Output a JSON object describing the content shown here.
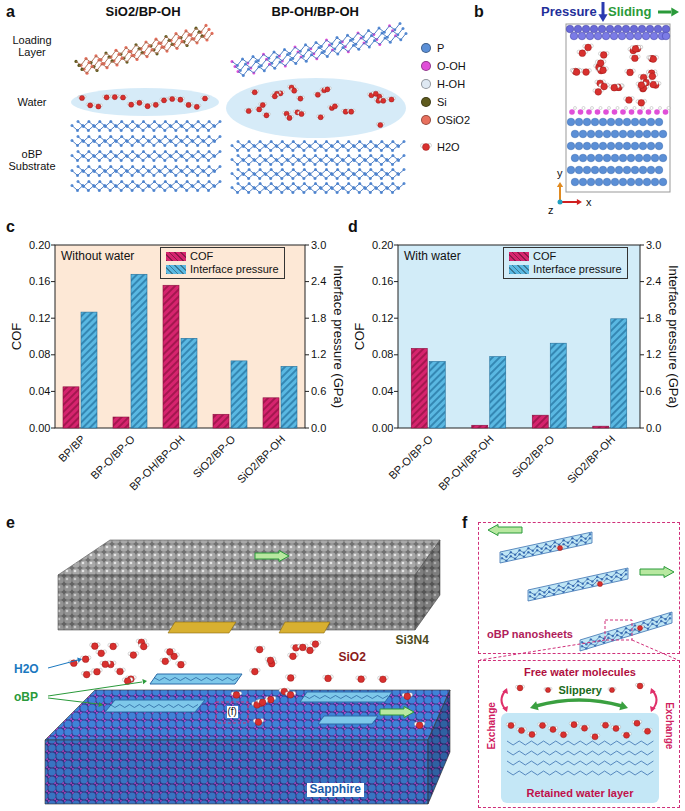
{
  "diagram": {
    "nodes": [
      {
        "text": [
          "oBP nanosheets"
        ]
      },
      {
        "text": [
          "Free water molecules",
          "Exchange",
          "Slippery",
          "Exchange"
        ]
      },
      {
        "text": [
          "Retained water layer"
        ],
        "in": 1
      }
    ],
    "labels": [
      "a",
      "SiO2/BP-OH",
      "BP-OH/BP-OH",
      "Loading Layer",
      "Water",
      "oBP Substrate",
      "b",
      "Pressure",
      "Sliding",
      "y",
      "z",
      "x",
      "c",
      "Without water",
      "0.00",
      "0.04",
      "0.08",
      "0.12",
      "0.16",
      "0.20",
      "0.0",
      "0.6",
      "1.2",
      "1.8",
      "2.4",
      "3.0",
      "COF",
      "Interface pressure (GPa)",
      "BP/BP",
      "BP-O/BP-O",
      "BP-OH/BP-OH",
      "SiO2/BP-O",
      "SiO2/BP-OH",
      "d",
      "With water",
      "0.00",
      "0.04",
      "0.08",
      "0.12",
      "0.16",
      "0.20",
      "0.0",
      "0.6",
      "1.2",
      "1.8",
      "2.4",
      "3.0",
      "COF",
      "Interface pressure (GPa)",
      "BP-O/BP-O",
      "BP-OH/BP-OH",
      "SiO2/BP-O",
      "SiO2/BP-OH",
      "e",
      "Si3N4",
      "H2O",
      "oBP",
      "SiO2",
      "(f)",
      "Sapphire",
      "f"
    ],
    "legend": [
      {
        "text": "P",
        "color": "#5b8fd6"
      },
      {
        "text": "O-OH",
        "color": "#e04fd8"
      },
      {
        "text": "H-OH",
        "color": "#dfe9f3"
      },
      {
        "text": "Si",
        "color": "#5e5a1e"
      },
      {
        "text": "OSiO2",
        "color": "#e8705e"
      },
      {
        "text": "H2O"
      },
      {
        "text": "COF",
        "color": "#d6246e"
      },
      {
        "text": "Interface pressure",
        "color": "#5ab8e2"
      },
      {
        "text": "COF",
        "color": "#d6246e"
      },
      {
        "text": "Interface pressure",
        "color": "#5ab8e2"
      }
    ]
  }
}
